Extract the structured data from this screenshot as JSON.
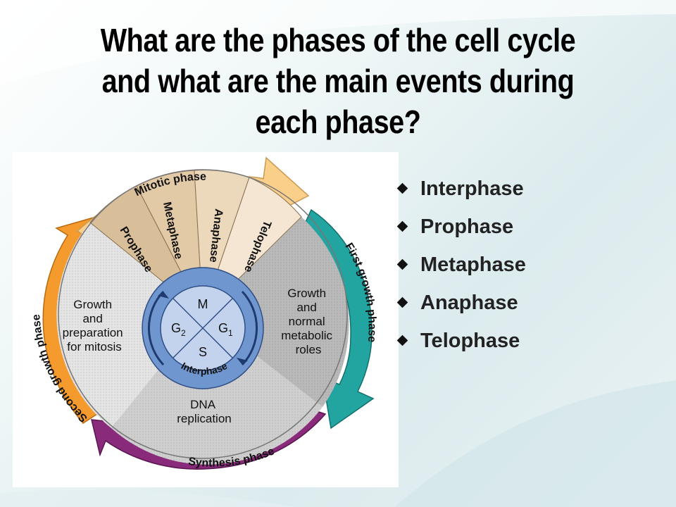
{
  "slide": {
    "title_lines": [
      "What are the phases of the cell cycle",
      "and what are the main events during",
      "each phase?"
    ]
  },
  "bullets": [
    "Interphase",
    "Prophase",
    "Metaphase",
    "Anaphase",
    "Telophase"
  ],
  "diagram": {
    "outer_arrows": {
      "mitotic": "Mitotic phase",
      "first_growth": "First growth phase",
      "synthesis": "Synthesis phase",
      "second_growth": "Second growth phase"
    },
    "mitosis_stages": [
      "Prophase",
      "Metaphase",
      "Anaphase",
      "Telophase"
    ],
    "regions": {
      "g1_lines": [
        "Growth",
        "and",
        "normal",
        "metabolic",
        "roles"
      ],
      "s_lines": [
        "DNA",
        "replication"
      ],
      "g2_lines": [
        "Growth",
        "and",
        "preparation",
        "for mitosis"
      ]
    },
    "center": {
      "m": "M",
      "g1_letter": "G",
      "g1_sub": "1",
      "g2_letter": "G",
      "g2_sub": "2",
      "s": "S",
      "ring_label": "Interphase"
    },
    "colors": {
      "mitotic_arrow": "#f9cf8a",
      "first_growth_arrow": "#22a5a1",
      "synthesis_arrow": "#8a2a7a",
      "second_growth_arrow": "#f59a2c",
      "g1_region": "#b9b9b9",
      "s_region": "#cfcfcf",
      "g2_region": "#e4e4e4",
      "mitosis_wedge": "#e9d2b0",
      "center_blue": "#6f96cf",
      "center_light": "#c3d3ee"
    }
  }
}
